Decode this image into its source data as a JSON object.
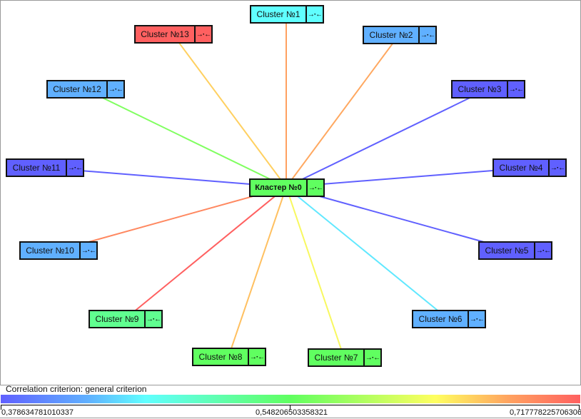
{
  "center": {
    "label": "Кластер №0",
    "color": "#60ff60"
  },
  "nodes": [
    {
      "label": "Cluster №1",
      "color": "#60ffff",
      "edge_color": "#ffa060"
    },
    {
      "label": "Cluster №2",
      "color": "#60b0ff",
      "edge_color": "#ffa860"
    },
    {
      "label": "Cluster №3",
      "color": "#6060ff",
      "edge_color": "#6060ff"
    },
    {
      "label": "Cluster №4",
      "color": "#6060ff",
      "edge_color": "#6060ff"
    },
    {
      "label": "Cluster №5",
      "color": "#6060ff",
      "edge_color": "#6060ff"
    },
    {
      "label": "Cluster №6",
      "color": "#60b0ff",
      "edge_color": "#60e8ff"
    },
    {
      "label": "Cluster №7",
      "color": "#60ff60",
      "edge_color": "#f8f860"
    },
    {
      "label": "Cluster №8",
      "color": "#60ff60",
      "edge_color": "#ffc060"
    },
    {
      "label": "Cluster №9",
      "color": "#60ff90",
      "edge_color": "#ff6060"
    },
    {
      "label": "Cluster №10",
      "color": "#60b0ff",
      "edge_color": "#ff8860"
    },
    {
      "label": "Cluster №11",
      "color": "#6060ff",
      "edge_color": "#6060ff"
    },
    {
      "label": "Cluster №12",
      "color": "#60b0ff",
      "edge_color": "#80ff60"
    },
    {
      "label": "Cluster №13",
      "color": "#ff6060",
      "edge_color": "#ffd060"
    }
  ],
  "icon": "collapse-expand-arrows-icon",
  "legend": {
    "title": "Correlation criterion: general criterion",
    "min": "0,378634781010337",
    "mid": "0,548206503358321",
    "max": "0,717778225706306"
  }
}
